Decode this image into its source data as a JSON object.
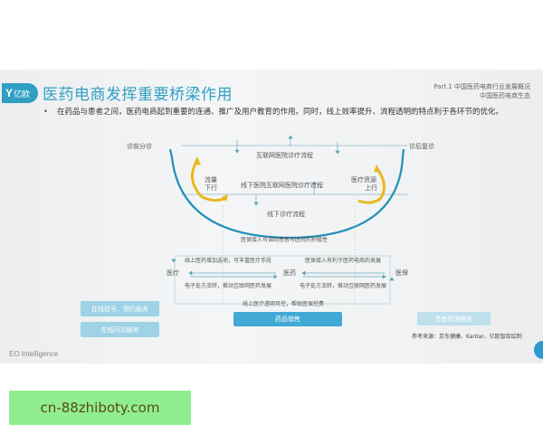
{
  "slide": {
    "logo_text": "亿欧",
    "title": "医药电商发挥重要桥梁作用",
    "part": {
      "line1": "Part.1 中国医药电商行业发展概况",
      "line2": "中国医药电商生态"
    },
    "bullet": "在药品与患者之间，医药电商起到重要的连通、推广及用户教育的作用。同时，线上效率提升、流程透明的特点利于各环节的优化。",
    "diagram": {
      "left_top": "诊前分诊",
      "right_top": "诊后复诊",
      "flow_top": "互联网医院诊疗流程",
      "flow_mid": "线下医院互联网医院诊疗过程",
      "flow_bottom": "线下诊疗流程",
      "left_arrow_label_1": "流量",
      "left_arrow_label_2": "下行",
      "right_arrow_label_1": "医疗资源",
      "right_arrow_label_2": "上行",
      "insurance_note": "医保接入可调动患者与医院的积极性",
      "node_left": "医疗",
      "node_mid": "医药",
      "node_right": "医保",
      "left_upper": "线上医药增加选项，可丰富医疗手段",
      "left_lower": "电子处方流转，推动互联网医药发展",
      "right_upper": "医保接入有利于医药电商的发展",
      "right_lower": "电子处方流转，推动互联网医药发展",
      "bottom_note": "线上医疗透明可控，帮助医保控费"
    },
    "buttons": {
      "online_register": "在线挂号、预约服务",
      "online_consult": "在线问诊服务",
      "drug_sales": "药品销售",
      "patient_mgmt": "患者管理服务"
    },
    "source": "参考来源：京东健康、Kantar、亿欧智库绘制",
    "footer": "EO Intelligence"
  },
  "watermark": "cn-88zhiboty.com",
  "colors": {
    "accent": "#2f9fc3",
    "arc": "#1e8fb8",
    "arrow_gold": "#e8b820",
    "button_light": "#9fd2e6",
    "button_dark": "#41a9d6",
    "watermark_bg": "#90ee90"
  }
}
